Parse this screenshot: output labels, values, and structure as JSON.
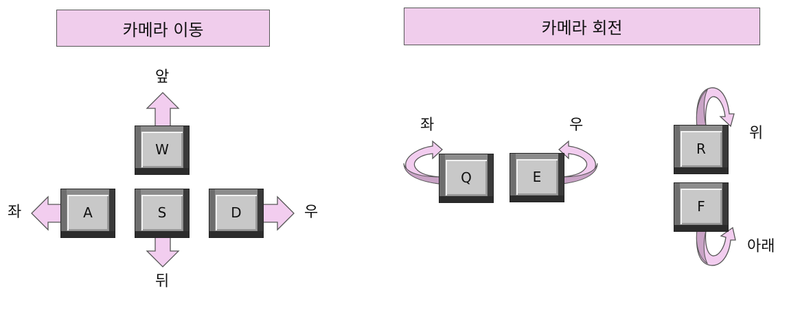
{
  "move": {
    "title": "카메라 이동",
    "keys": {
      "w": "W",
      "a": "A",
      "s": "S",
      "d": "D"
    },
    "labels": {
      "forward": "앞",
      "left": "좌",
      "back": "뒤",
      "right": "우"
    }
  },
  "rotate": {
    "title": "카메라 회전",
    "keys": {
      "q": "Q",
      "e": "E",
      "r": "R",
      "f": "F"
    },
    "labels": {
      "left": "좌",
      "right": "우",
      "up": "위",
      "down": "아래"
    }
  },
  "colors": {
    "title_fill": "#f0cdec",
    "arrow_fill": "#f2cdef",
    "arrow_band": "#c9a3c6",
    "key_face": "#c8c8c8"
  }
}
